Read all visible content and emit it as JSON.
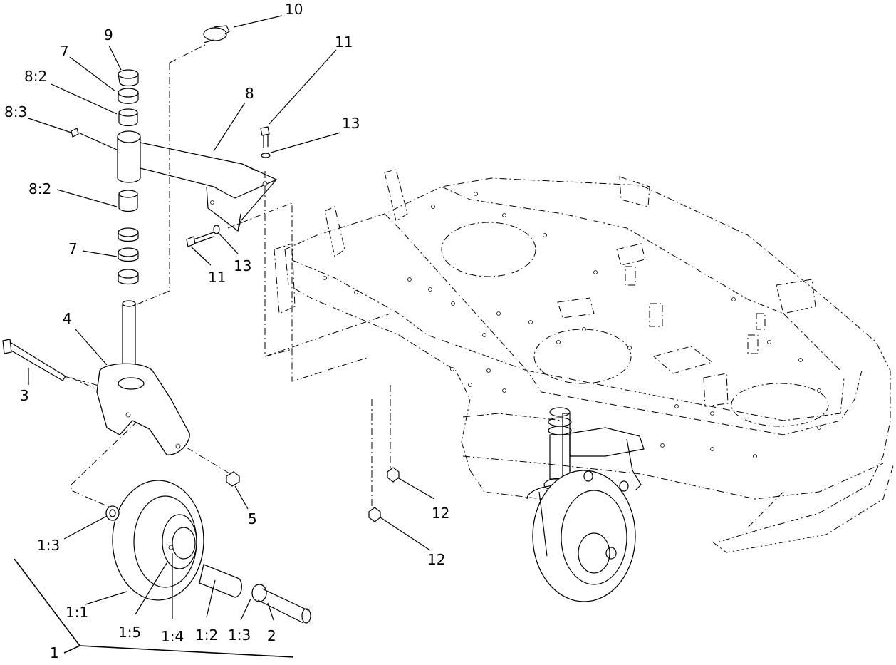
{
  "diagram": {
    "callouts": {
      "c1": "1",
      "c1_1": "1:1",
      "c1_2": "1:2",
      "c1_3a": "1:3",
      "c1_3b": "1:3",
      "c1_4": "1:4",
      "c1_5": "1:5",
      "c2": "2",
      "c3": "3",
      "c4": "4",
      "c5": "5",
      "c7a": "7",
      "c7b": "7",
      "c8": "8",
      "c8_2a": "8:2",
      "c8_2b": "8:2",
      "c8_3": "8:3",
      "c9": "9",
      "c10": "10",
      "c11a": "11",
      "c11b": "11",
      "c12a": "12",
      "c12b": "12",
      "c13a": "13",
      "c13b": "13"
    }
  }
}
